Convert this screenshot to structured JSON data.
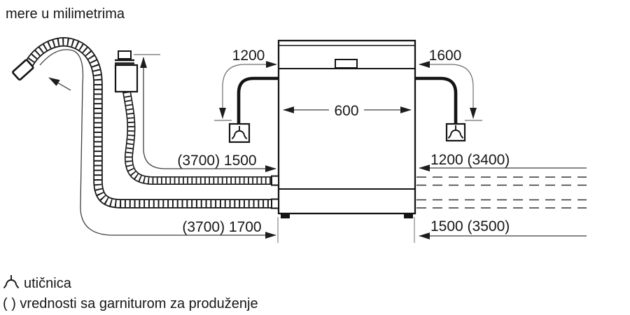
{
  "title": "mere u milimetrima",
  "labels": {
    "cord_left": "1200",
    "cord_right": "1600",
    "machine_width": "600",
    "supply_hose_left": "(3700) 1500",
    "drain_hose_left": "(3700) 1700",
    "supply_hose_right": "1200 (3400)",
    "drain_hose_right": "1500 (3500)"
  },
  "legend": {
    "socket": "utičnica",
    "note": "( ) vrednosti sa garniturom za produženje"
  },
  "icons": {
    "socket": "socket-icon"
  },
  "colors": {
    "background": "#ffffff",
    "structure": "#141414",
    "dimension": "#3f3f3f"
  }
}
